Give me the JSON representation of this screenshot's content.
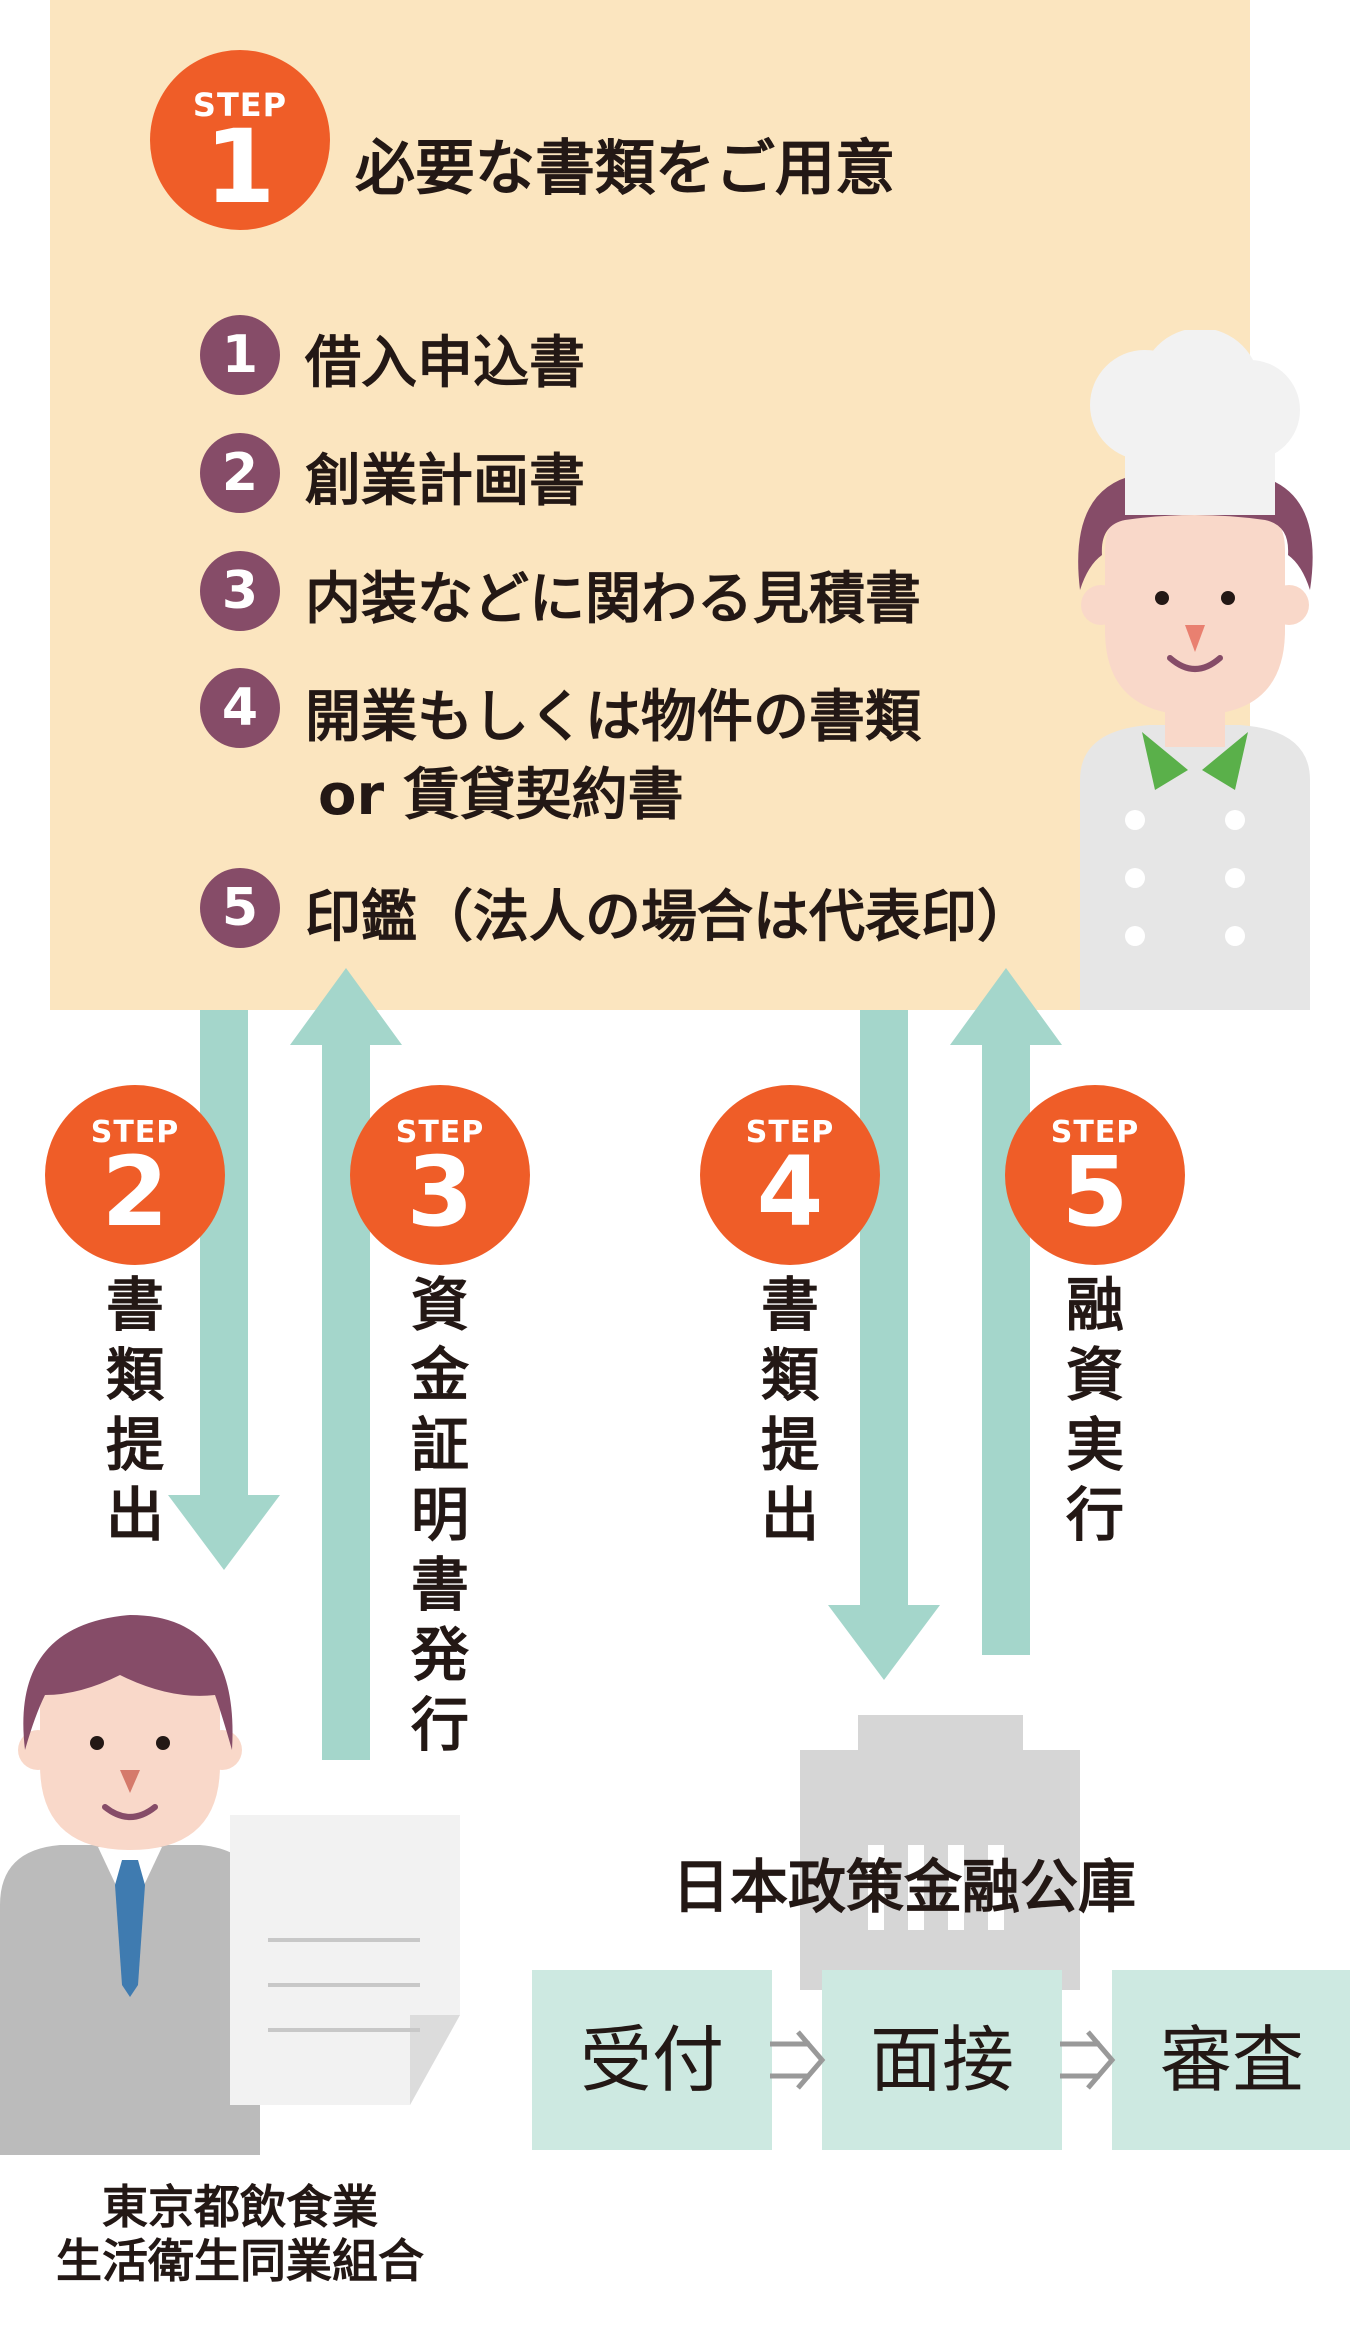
{
  "step1": {
    "badge_label": "STEP",
    "badge_number": "1",
    "title": "必要な書類をご用意",
    "items": [
      {
        "number": "1",
        "text": "借入申込書"
      },
      {
        "number": "2",
        "text": "創業計画書"
      },
      {
        "number": "3",
        "text": "内装などに関わる見積書"
      },
      {
        "number": "4",
        "text": "開業もしくは物件の書類",
        "text2": "or 賃貸契約書"
      },
      {
        "number": "5",
        "text": "印鑑（法人の場合は代表印）"
      }
    ]
  },
  "steps": [
    {
      "label": "STEP",
      "number": "2",
      "action": "書類提出"
    },
    {
      "label": "STEP",
      "number": "3",
      "action": "資金証明書発行"
    },
    {
      "label": "STEP",
      "number": "4",
      "action": "書類提出"
    },
    {
      "label": "STEP",
      "number": "5",
      "action": "融資実行"
    }
  ],
  "union": {
    "line1": "東京都飲食業",
    "line2": "生活衛生同業組合"
  },
  "bank": {
    "name": "日本政策金融公庫"
  },
  "process": [
    "受付",
    "面接",
    "審査"
  ],
  "colors": {
    "panel": "#fbe5bf",
    "step_badge": "#ef5d28",
    "item_badge": "#864c68",
    "arrow": "#a4d6cb",
    "process_box": "#cde9e1",
    "hair": "#864c68",
    "skin": "#f9d8c9"
  }
}
